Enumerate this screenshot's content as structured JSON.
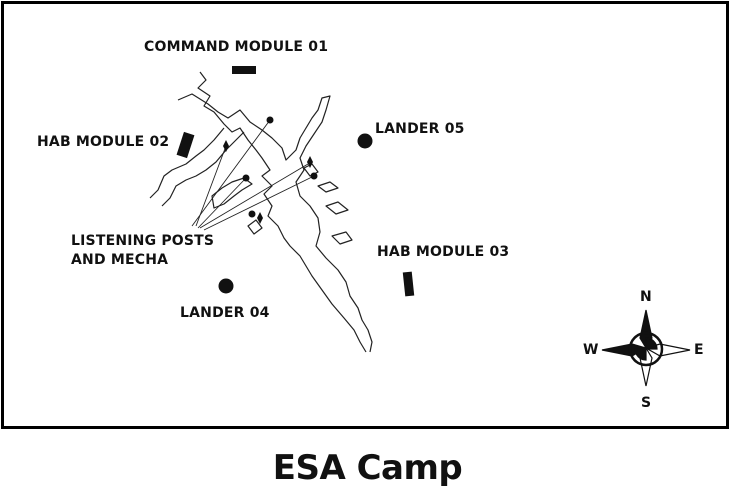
{
  "map": {
    "caption": "ESA Camp",
    "labels": {
      "command_module_01": "COMMAND MODULE 01",
      "hab_module_02": "HAB MODULE 02",
      "lander_05": "LANDER 05",
      "listening_posts": "LISTENING POSTS\nAND MECHA",
      "hab_module_03": "HAB MODULE 03",
      "lander_04": "LANDER 04"
    },
    "compass": {
      "north": "N",
      "south": "S",
      "east": "E",
      "west": "W"
    }
  }
}
